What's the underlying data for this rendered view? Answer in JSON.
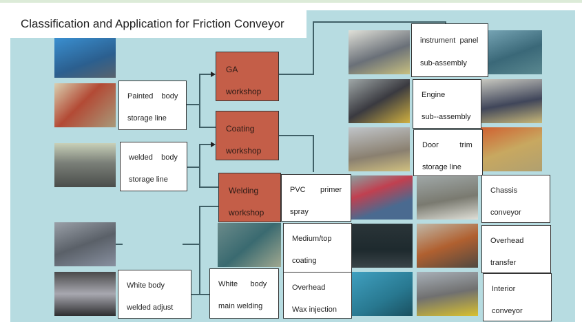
{
  "title": "Classification and Application for Friction Conveyor",
  "workshops": [
    {
      "line1": "GA",
      "line2": "workshop"
    },
    {
      "line1": "Coating",
      "line2": "workshop"
    },
    {
      "line1": "Welding",
      "line2": "workshop"
    }
  ],
  "left_labels": [
    {
      "line1": "Painted    body",
      "line2": "storage line"
    },
    {
      "line1": "welded    body",
      "line2": "storage line"
    },
    {
      "line1": "White body",
      "line2": "welded adjust"
    }
  ],
  "mid_labels": [
    {
      "line1": "White      body",
      "line2": "main welding"
    },
    {
      "line1": "PVC       primer",
      "line2": "spray"
    },
    {
      "line1": "Medium/top",
      "line2": "coating"
    },
    {
      "line1": "Overhead",
      "line2": "Wax injection"
    }
  ],
  "right_labels": [
    {
      "line1": "instrument  panel",
      "line2": "sub-assembly"
    },
    {
      "line1": "Engine",
      "line2": "sub--assembly"
    },
    {
      "line1": "Door          trim",
      "line2": "storage line"
    },
    {
      "line1": "Chassis",
      "line2": "conveyor"
    },
    {
      "line1": "Overhead",
      "line2": "transfer"
    },
    {
      "line1": "Interior",
      "line2": "conveyor"
    }
  ],
  "colors": {
    "panel": "#b7dce1",
    "workshop": "#c45e48",
    "line": "#3f5f66"
  }
}
